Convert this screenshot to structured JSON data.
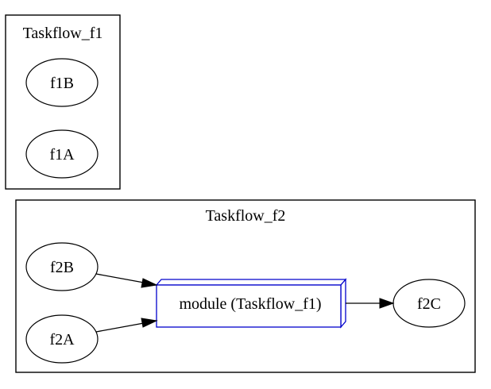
{
  "clusters": {
    "f1": {
      "title": "Taskflow_f1"
    },
    "f2": {
      "title": "Taskflow_f2"
    }
  },
  "nodes": {
    "f1B": "f1B",
    "f1A": "f1A",
    "f2B": "f2B",
    "f2A": "f2A",
    "f2C": "f2C",
    "module": "module (Taskflow_f1)"
  },
  "edges": [
    {
      "from": "f2B",
      "to": "module"
    },
    {
      "from": "f2A",
      "to": "module"
    },
    {
      "from": "module",
      "to": "f2C"
    }
  ],
  "colors": {
    "outline": "#000000",
    "module_outline": "#0000cc",
    "background": "#ffffff"
  }
}
